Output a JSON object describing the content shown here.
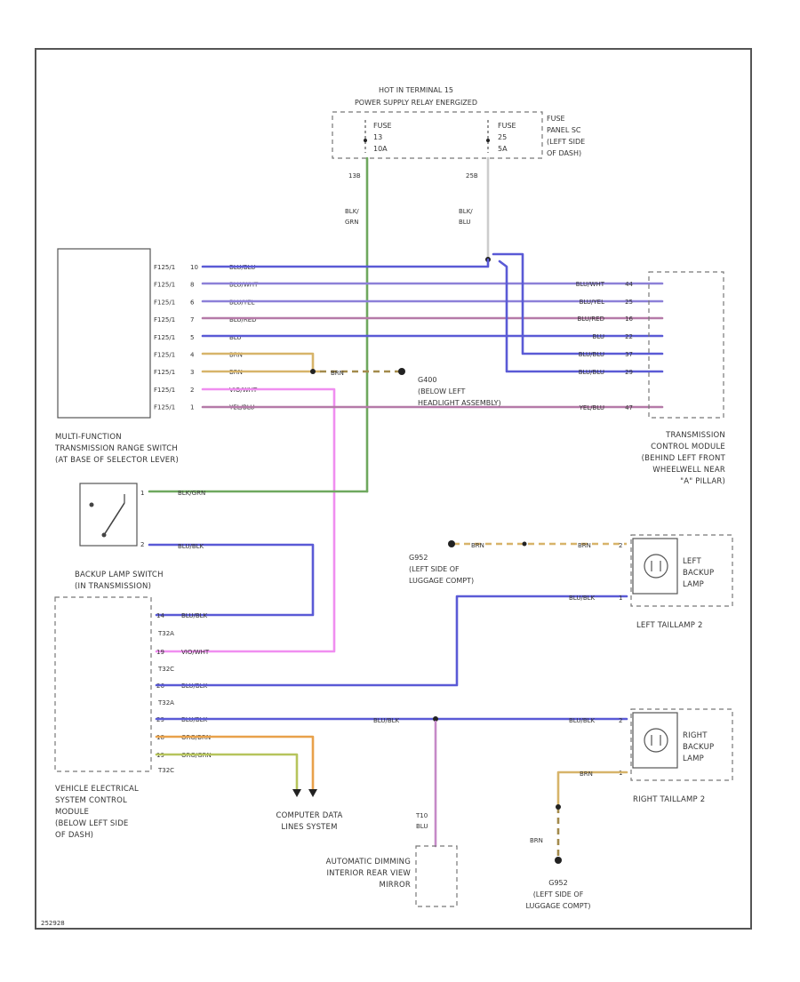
{
  "colors": {
    "blue": "#5a5ad6",
    "violet": "#8c80d8",
    "red_violet": "#b57aa8",
    "yellow": "#d7b46a",
    "brown": "#a38a4c",
    "green": "#6ea85e",
    "pink": "#f08ef0",
    "orange": "#e8a14a",
    "yellow_green": "#b6c45c",
    "outline": "#555555"
  },
  "power": {
    "title": "HOT IN TERMINAL 15",
    "subtitle": "POWER SUPPLY RELAY ENERGIZED",
    "fuse1": [
      "FUSE",
      "13",
      "10A"
    ],
    "fuse2": [
      "FUSE",
      "25",
      "5A"
    ],
    "panel": [
      "FUSE",
      "PANEL SC",
      "(LEFT SIDE",
      "OF DASH)"
    ]
  },
  "wires": {
    "w13": "13B",
    "w25": "25B",
    "feed_left": [
      "BLK/",
      "GRN"
    ],
    "feed_right": [
      "BLK/",
      "BLU"
    ]
  },
  "mfs": {
    "label": [
      "MULTI-FUNCTION",
      "TRANSMISSION RANGE SWITCH",
      "(AT BASE OF SELECTOR LEVER)"
    ],
    "pins": [
      {
        "conn": "F125/1",
        "pin": "10",
        "color": "BLU/BLU"
      },
      {
        "conn": "F125/1",
        "pin": "8",
        "color": "BLU/WHT"
      },
      {
        "conn": "F125/1",
        "pin": "6",
        "color": "BLU/YEL"
      },
      {
        "conn": "F125/1",
        "pin": "7",
        "color": "BLU/RED"
      },
      {
        "conn": "F125/1",
        "pin": "5",
        "color": "BLU"
      },
      {
        "conn": "F125/1",
        "pin": "4",
        "color": "BRN"
      },
      {
        "conn": "F125/1",
        "pin": "3",
        "color": "BRN"
      },
      {
        "conn": "F125/1",
        "pin": "2",
        "color": "VIO/WHT"
      },
      {
        "conn": "F125/1",
        "pin": "1",
        "color": "YEL/BLU"
      }
    ]
  },
  "tcm": {
    "label": [
      "TRANSMISSION",
      "CONTROL MODULE",
      "(BEHIND LEFT FRONT",
      "WHEELWELL NEAR",
      "\"A\" PILLAR)"
    ],
    "pins": [
      {
        "color": "BLU/WHT",
        "pin": "44"
      },
      {
        "color": "BLU/YEL",
        "pin": "25"
      },
      {
        "color": "BLU/RED",
        "pin": "16"
      },
      {
        "color": "BLU",
        "pin": "22"
      },
      {
        "color": "BLU/BLU",
        "pin": "37"
      },
      {
        "color": "BLU/BLU",
        "pin": "29"
      },
      {
        "color": "YEL/BLU",
        "pin": "47"
      }
    ]
  },
  "ground1": {
    "wire": "BRN",
    "label": [
      "G400",
      "(BELOW LEFT",
      "HEADLIGHT ASSEMBLY)"
    ]
  },
  "backup_switch": {
    "label": [
      "BACKUP LAMP SWITCH",
      "(IN TRANSMISSION)"
    ],
    "wire_top": "BLK/GRN",
    "wire_bottom": "BLU/BLK",
    "pin_top": "1",
    "pin_bottom": "2"
  },
  "vecm": {
    "label": [
      "VEHICLE ELECTRICAL",
      "SYSTEM CONTROL",
      "MODULE",
      "(BELOW LEFT SIDE",
      "OF DASH)"
    ],
    "rows": [
      {
        "pin": "14",
        "color": "BLU/BLK"
      },
      {
        "conn": "T32A"
      },
      {
        "pin": "19",
        "color": "VIO/WHT"
      },
      {
        "conn": "T32C"
      },
      {
        "pin": "26",
        "color": "BLU/BLK"
      },
      {
        "conn": "T32A"
      },
      {
        "pin": "29",
        "color": "BLU/BLK"
      },
      {
        "pin": "18",
        "color": "ORG/BRN"
      },
      {
        "pin": "19",
        "color": "ORG/GRN"
      },
      {
        "conn": "T32C"
      }
    ]
  },
  "canbus": [
    "COMPUTER DATA",
    "LINES SYSTEM"
  ],
  "ground2": {
    "wire": "BRN",
    "wire2": "BRN",
    "label": [
      "G952",
      "(LEFT SIDE OF",
      "LUGGAGE COMPT)"
    ]
  },
  "left_tail": {
    "lamp": [
      "LEFT",
      "BACKUP",
      "LAMP"
    ],
    "title": "LEFT TAILLAMP 2",
    "wire": "BLU/BLK",
    "pin": "1"
  },
  "right_tail": {
    "lamp": [
      "RIGHT",
      "BACKUP",
      "LAMP"
    ],
    "title": "RIGHT TAILLAMP 2",
    "wire_top": "BLU/BLK",
    "wire_bottom": "BRN",
    "pin": "1",
    "splice_wire": "BLU/BLK"
  },
  "ground3": {
    "wire": "BRN",
    "label": [
      "G952",
      "(LEFT SIDE OF",
      "LUGGAGE COMPT)"
    ]
  },
  "mirror": {
    "wire": [
      "T10",
      "BLU"
    ],
    "label": [
      "AUTOMATIC DIMMING",
      "INTERIOR REAR VIEW",
      "MIRROR"
    ]
  },
  "footer": "252928"
}
